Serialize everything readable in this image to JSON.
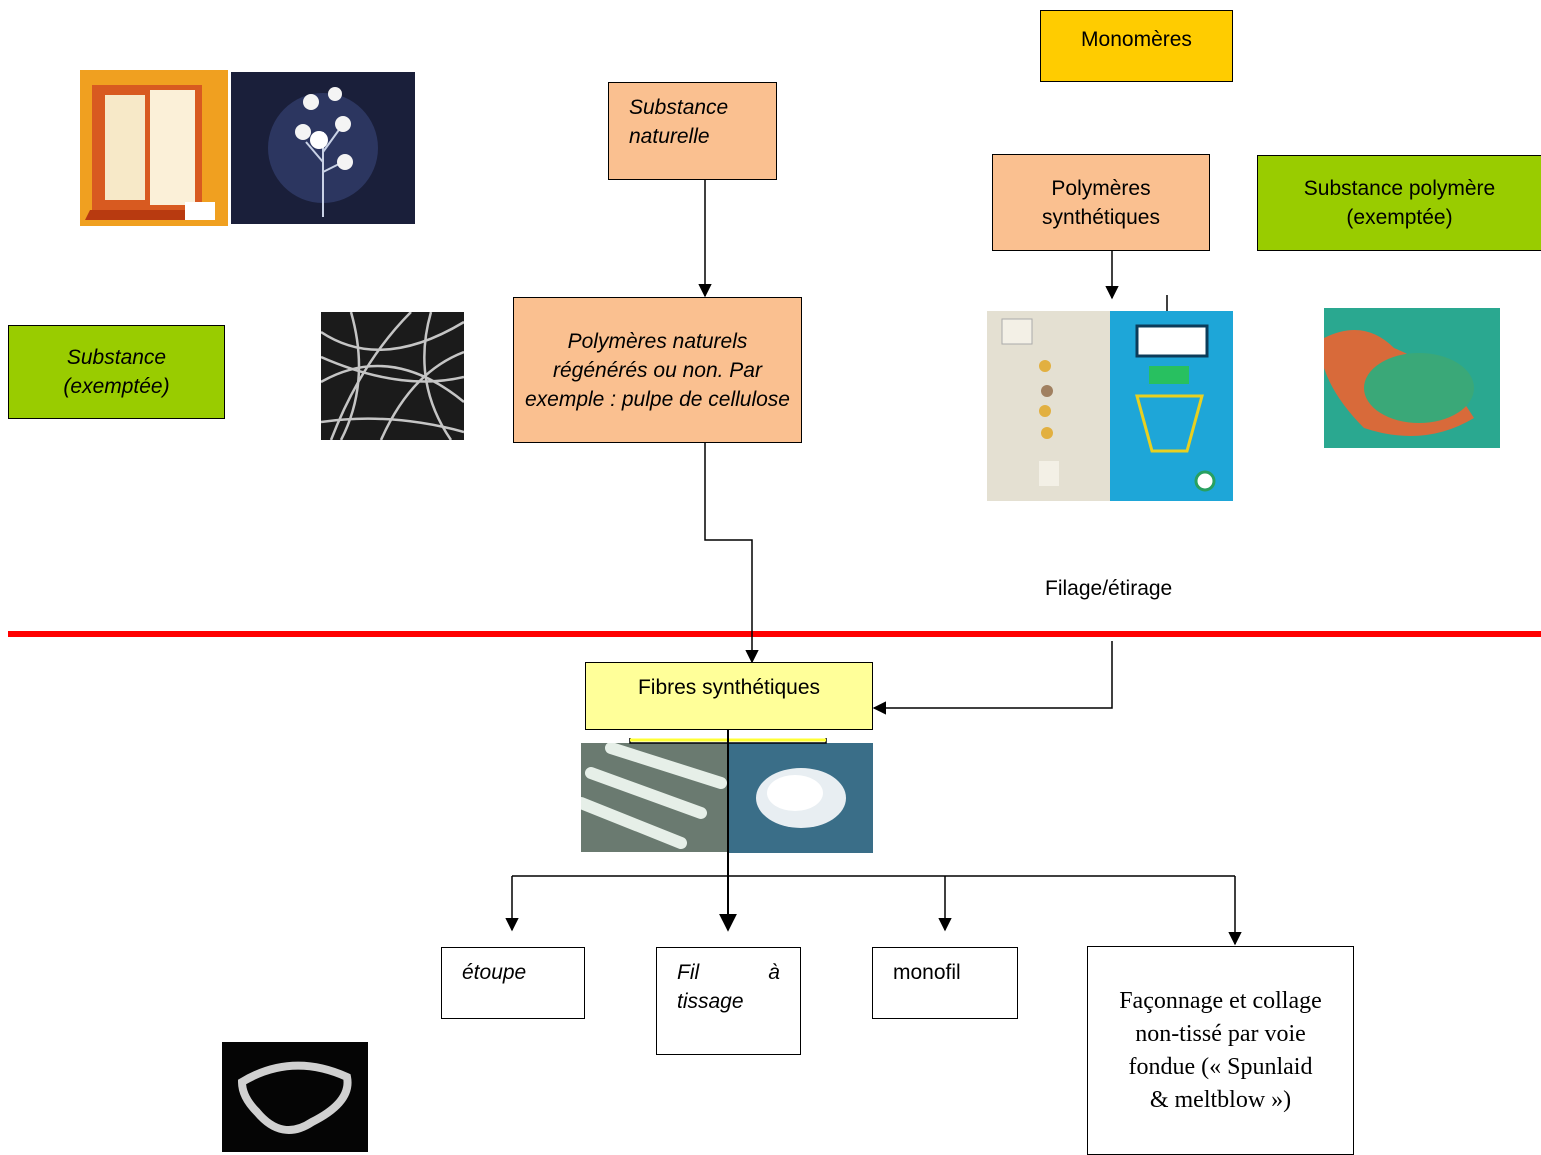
{
  "nodes": {
    "monomeres": "Monomères",
    "substance_naturelle": "Substance naturelle",
    "polymeres_synthetiques": "Polymères synthétiques",
    "substance_polymere": "Substance polymère (exemptée)",
    "substance_exemptee": "Substance (exemptée)",
    "polymeres_naturels": "Polymères naturels régénérés ou non. Par exemple : pulpe de cellulose",
    "fibres_synthetiques": "Fibres synthétiques",
    "etoupe": "étoupe",
    "fil_tissage": "Fil à tissage",
    "monofil": "monofil",
    "faconnage": "Façonnage et collage non-tissé par voie fondue (« Spunlaid & meltblow »)"
  },
  "labels": {
    "filage": "Filage/étirage"
  },
  "colors": {
    "orange": "#fac090",
    "yellow": "#ffcc00",
    "green": "#99cc00",
    "light_yellow": "#ffff99",
    "divider_red": "#ff0000"
  }
}
